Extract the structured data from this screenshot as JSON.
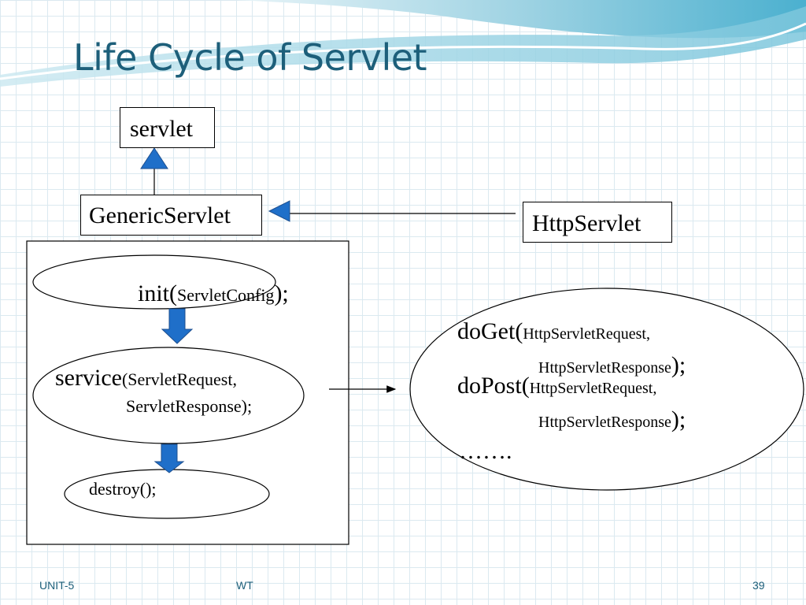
{
  "slide": {
    "title": "Life Cycle of Servlet",
    "colors": {
      "title": "#1d5f7a",
      "arrow_fill": "#1f6fc9",
      "grid": "#dbe9f0"
    }
  },
  "classes": {
    "servlet": "servlet",
    "generic_servlet": "GenericServlet",
    "http_servlet": "HttpServlet"
  },
  "lifecycle": {
    "init_name": "init(",
    "init_param": "ServletConfig",
    "init_close": ");",
    "service_name": "service",
    "service_param1": "(ServletRequest,",
    "service_param2": "ServletResponse);",
    "destroy": "destroy();"
  },
  "http_methods": {
    "doget_name": "doGet(",
    "doget_param1": "HttpServletRequest,",
    "doget_param2": "HttpServletResponse",
    "doget_close": ");",
    "dopost_name": "doPost(",
    "dopost_param1": "HttpServletRequest,",
    "dopost_param2": "HttpServletResponse",
    "dopost_close": ");",
    "more": "……."
  },
  "footer": {
    "left": "UNIT-5",
    "center": "WT",
    "page": "39"
  }
}
